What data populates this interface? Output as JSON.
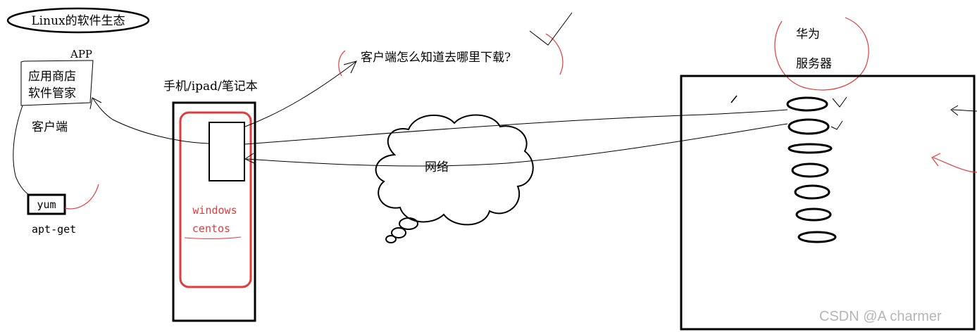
{
  "title": "Linux的软件生态",
  "client": {
    "app_label": "APP",
    "store_line1": "应用商店",
    "store_line2": "软件管家",
    "client_label": "客户端",
    "yum": "yum",
    "apt": "apt-get"
  },
  "device": {
    "label": "手机/ipad/笔记本",
    "os_line1": "windows",
    "os_line2": "centos"
  },
  "question": "客户端怎么知道去哪里下载?",
  "network": "网络",
  "server": {
    "line1": "华为",
    "line2": "服务器"
  },
  "watermark": "CSDN @A charmer",
  "colors": {
    "ink": "#000000",
    "red": "#e23b3b",
    "watermark": "#b5b5b5"
  }
}
